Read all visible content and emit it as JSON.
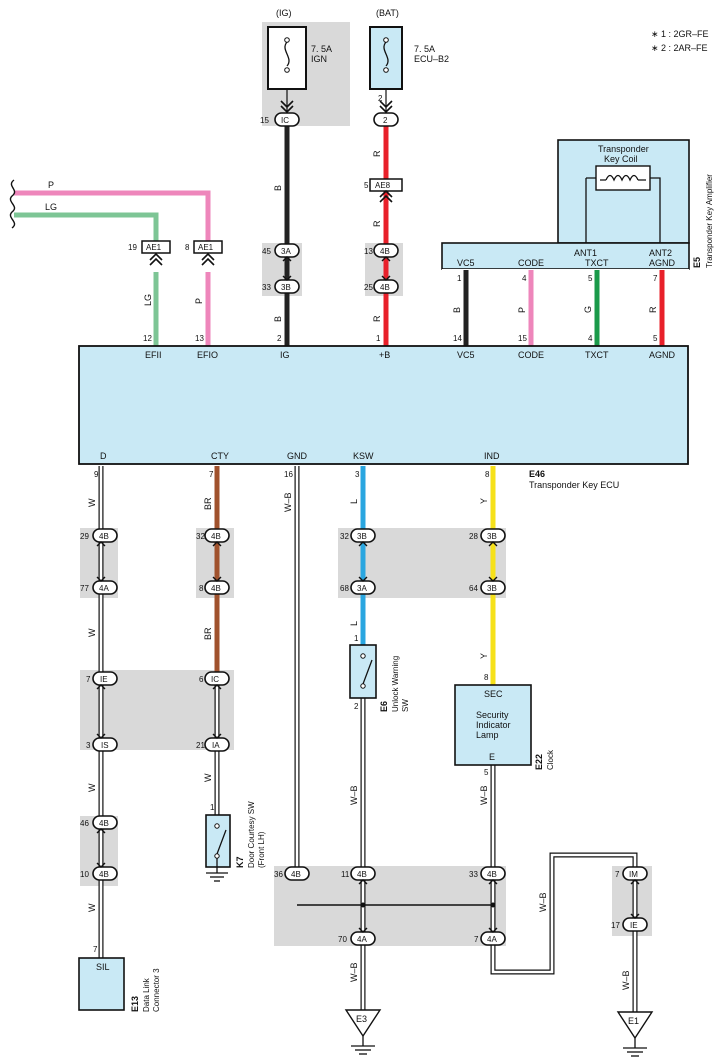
{
  "notes": [
    "∗ 1 : 2GR–FE",
    "∗ 2 : 2AR–FE"
  ],
  "colors": {
    "black": "#222222",
    "red": "#e8202a",
    "pink": "#ee86bb",
    "green_lt": "#7dc595",
    "green": "#1a9a4a",
    "brown": "#a0522d",
    "blue": "#2aa6e0",
    "yellow": "#f6e11a",
    "box_fill": "#c9e9f5",
    "shade": "#d9d9d9"
  },
  "fuses": {
    "ign": {
      "source": "(IG)",
      "rating": "7. 5A",
      "name": "IGN",
      "pin": "15",
      "conn": "IC"
    },
    "bat": {
      "source": "(BAT)",
      "rating": "7. 5A",
      "name": "ECU–B2",
      "pin_top": "2",
      "pin": "2",
      "conn": "2"
    }
  },
  "wires_top": {
    "p": "P",
    "lg": "LG",
    "b": "B",
    "r": "R",
    "g": "G"
  },
  "connectors": {
    "ae1_a": {
      "pin": "19",
      "id": "AE1"
    },
    "ae1_b": {
      "pin": "8",
      "id": "AE1"
    },
    "ae8": {
      "pin": "5",
      "id": "AE8"
    },
    "j3a_45": {
      "pin": "45",
      "id": "3A"
    },
    "j3b_33": {
      "pin": "33",
      "id": "3B"
    },
    "j4b_13": {
      "pin": "13",
      "id": "4B"
    },
    "j4b_25": {
      "pin": "25",
      "id": "4B"
    }
  },
  "amplifier": {
    "coil_title_1": "Transponder",
    "coil_title_2": "Key Coil",
    "ant1": "ANT1",
    "ant2": "ANT2",
    "pins": [
      "VC5",
      "CODE",
      "TXCT",
      "AGND"
    ],
    "pin_nums": [
      "1",
      "4",
      "5",
      "7"
    ],
    "id": "E5",
    "name": "Transponder Key Amplifier"
  },
  "ecu": {
    "id": "E46",
    "name": "Transponder Key ECU",
    "top_pins": [
      {
        "num": "12",
        "label": "EFII"
      },
      {
        "num": "13",
        "label": "EFIO"
      },
      {
        "num": "2",
        "label": "IG"
      },
      {
        "num": "1",
        "label": "+B"
      },
      {
        "num": "14",
        "label": "VC5"
      },
      {
        "num": "15",
        "label": "CODE"
      },
      {
        "num": "4",
        "label": "TXCT"
      },
      {
        "num": "5",
        "label": "AGND"
      }
    ],
    "bottom_pins": [
      {
        "num": "9",
        "label": "D"
      },
      {
        "num": "7",
        "label": "CTY"
      },
      {
        "num": "16",
        "label": "GND"
      },
      {
        "num": "3",
        "label": "KSW"
      },
      {
        "num": "8",
        "label": "IND"
      }
    ]
  },
  "wire_colors_lower": {
    "w": "W",
    "br": "BR",
    "wb": "W–B",
    "l": "L",
    "y": "Y"
  },
  "lower_connectors": {
    "c29": {
      "pin": "29",
      "id": "4B"
    },
    "c77": {
      "pin": "77",
      "id": "4A"
    },
    "c32a": {
      "pin": "32",
      "id": "4B"
    },
    "c8": {
      "pin": "8",
      "id": "4B"
    },
    "c32b": {
      "pin": "32",
      "id": "3B"
    },
    "c68": {
      "pin": "68",
      "id": "3A"
    },
    "c28": {
      "pin": "28",
      "id": "3B"
    },
    "c64": {
      "pin": "64",
      "id": "3B"
    },
    "c7ie": {
      "pin": "7",
      "id": "IE"
    },
    "c3is": {
      "pin": "3",
      "id": "IS"
    },
    "c6ic": {
      "pin": "6",
      "id": "IC"
    },
    "c21ia": {
      "pin": "21",
      "id": "IA"
    },
    "c46": {
      "pin": "46",
      "id": "4B"
    },
    "c10": {
      "pin": "10",
      "id": "4B"
    },
    "c36": {
      "pin": "36",
      "id": "4B"
    },
    "c11": {
      "pin": "11",
      "id": "4B"
    },
    "c33": {
      "pin": "33",
      "id": "4B"
    },
    "c70": {
      "pin": "70",
      "id": "4A"
    },
    "c7_4a": {
      "pin": "7",
      "id": "4A"
    },
    "c7im": {
      "pin": "7",
      "id": "IM"
    },
    "c17ie": {
      "pin": "17",
      "id": "IE"
    }
  },
  "components": {
    "e6": {
      "id": "E6",
      "name_1": "Unlock Warning",
      "name_2": "SW",
      "pin_top": "1",
      "pin_bottom": "2"
    },
    "e22": {
      "id": "E22",
      "name": "Clock",
      "sec": "SEC",
      "lamp_1": "Security",
      "lamp_2": "Indicator",
      "lamp_3": "Lamp",
      "e": "E",
      "pin_top": "8",
      "pin_bottom": "5"
    },
    "k7": {
      "id": "K7",
      "name_1": "Door Courtesy SW",
      "name_2": "(Front LH)",
      "pin": "1"
    },
    "e13": {
      "id": "E13",
      "name_1": "Data Link",
      "name_2": "Connector 3",
      "label": "SIL",
      "pin": "7"
    }
  },
  "grounds": {
    "e3": "E3",
    "e1": "E1"
  }
}
